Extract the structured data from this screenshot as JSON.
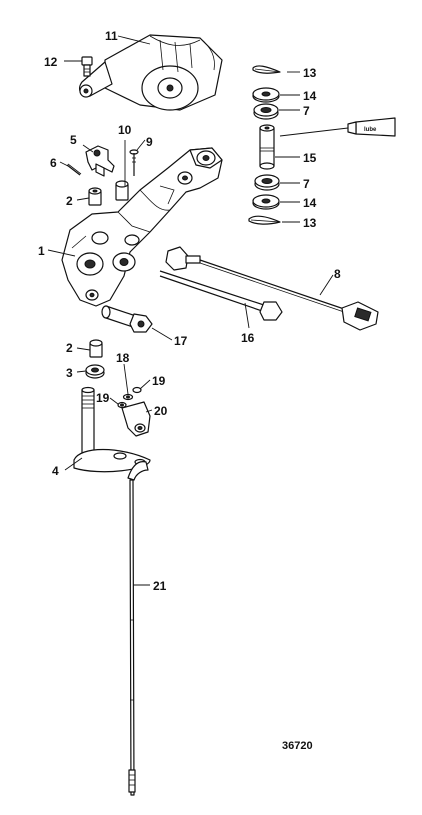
{
  "figure_number": "36720",
  "lube_label": "lube",
  "callouts": {
    "c1": "1",
    "c2a": "2",
    "c2b": "2",
    "c3": "3",
    "c4": "4",
    "c5": "5",
    "c6": "6",
    "c7a": "7",
    "c7b": "7",
    "c8": "8",
    "c9": "9",
    "c10": "10",
    "c11": "11",
    "c12": "12",
    "c13a": "13",
    "c13b": "13",
    "c14a": "14",
    "c14b": "14",
    "c15": "15",
    "c16": "16",
    "c17": "17",
    "c18": "18",
    "c19a": "19",
    "c19b": "19",
    "c20": "20",
    "c21": "21"
  }
}
